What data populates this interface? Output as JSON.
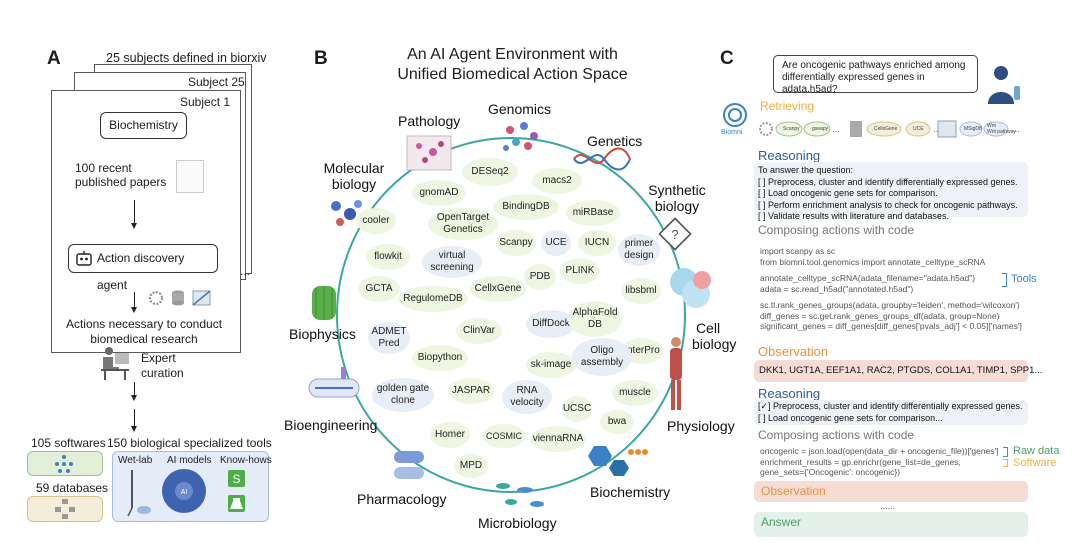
{
  "panel_a": {
    "letter": "A",
    "subjects_header": "25 subjects defined in biorxiv",
    "subject_25": "Subject 25",
    "subject_1": "Subject 1",
    "biochemistry": "Biochemistry",
    "papers": "100 recent published papers",
    "ellipsis": "...",
    "agent": "Action discovery agent",
    "actions": "Actions necessary to conduct biomedical research",
    "expert": "Expert curation",
    "softwares": "105 softwares",
    "databases": "59 databases",
    "tools": "150 biological specialized tools",
    "tool_cols": [
      "Wet-lab",
      "AI models",
      "Know-hows"
    ]
  },
  "panel_b": {
    "letter": "B",
    "title_line1": "An AI Agent Environment with",
    "title_line2": "Unified Biomedical Action Space",
    "domains": {
      "pathology": "Pathology",
      "genomics": "Genomics",
      "genetics": "Genetics",
      "molecular": "Molecular biology",
      "synthetic": "Synthetic biology",
      "biophysics": "Biophysics",
      "cell": "Cell biology",
      "bioengineering": "Bioengineering",
      "physiology": "Physiology",
      "pharmacology": "Pharmacology",
      "biochemistry": "Biochemistry",
      "microbiology": "Microbiology"
    },
    "tools": {
      "deseq2": "DESeq2",
      "macs2": "macs2",
      "gnomad": "gnomAD",
      "bindingdb": "BindingDB",
      "mirbase": "miRBase",
      "cooler": "cooler",
      "opentarget": "OpenTarget Genetics",
      "scanpy": "Scanpy",
      "uce": "UCE",
      "iucn": "IUCN",
      "primer": "primer design",
      "flowkit": "flowkit",
      "virtual": "virtual screening",
      "pdb": "PDB",
      "plink": "PLINK",
      "gcta": "GCTA",
      "regulomedb": "RegulomeDB",
      "cellxgene": "CellxGene",
      "libsbml": "libsbml",
      "admet": "ADMET Pred",
      "clinvar": "ClinVar",
      "diffdock": "DiffDock",
      "alphafold": "AlphaFold DB",
      "interpro": "InterPro",
      "biopython": "Biopython",
      "skimage": "sk-image",
      "oligo": "Oligo assembly",
      "golden": "golden gate clone",
      "jaspar": "JASPAR",
      "rna": "RNA velocity",
      "ucsc": "UCSC",
      "muscle": "muscle",
      "bwa": "bwa",
      "homer": "Homer",
      "cosmic": "COSMIC",
      "viennarna": "viennaRNA",
      "mpd": "MPD"
    }
  },
  "panel_c": {
    "letter": "C",
    "question": "Are oncogenic pathways enriched among differentially expressed genes in adata.h5ad?",
    "biomni": "Biomni",
    "retrieving": "Retrieving",
    "chips": [
      "Scanpy",
      "gseapy",
      "CellxGene",
      "UCE",
      "MSigDB",
      "Wnt",
      "Wnt pathway"
    ],
    "reasoning": "Reasoning",
    "reason_intro": "To answer the question:",
    "reason_items": [
      "[ ] Preprocess, cluster and identify differentially expressed genes.",
      "[ ] Load oncogenic gene sets for comparison.",
      "[ ] Perform enrichment analysis to check for oncogenic pathways.",
      "[ ] Validate results with literature and databases."
    ],
    "composing": "Composing actions with code",
    "code1": [
      "import scanpy as sc",
      "from biomni.tool.genomics import annotate_celltype_scRNA",
      "",
      "annotate_celltype_scRNA(adata_filename=\"adata.h5ad\")",
      "adata = sc.read_h5ad(\"annotated.h5ad\")",
      "",
      "sc.tl.rank_genes_groups(adata, groupby='leiden', method='wilcoxon')",
      "diff_genes = sc.get.rank_genes_groups_df(adata, group=None)",
      "significant_genes = diff_genes[diff_genes['pvals_adj'] < 0.05]['names']"
    ],
    "tools_label": "Tools",
    "observation": "Observation",
    "obs_genes": "DKK1, UGT1A, EEF1A1, RAC2, PTGDS, COL1A1, TIMP1, SPP1...",
    "reasoning2": "Reasoning",
    "reason2_items": [
      "[✓] Preprocess, cluster and identify differentially expressed genes.",
      "[ ] Load oncogenic gene sets for comparison..."
    ],
    "composing2": "Composing actions with code",
    "code2": [
      "oncogenic = json.load(open(data_dir + oncogenic_file))['genes']",
      "enrichment_results = gp.enrichr(gene_list=de_genes,",
      "gene_sets={'Oncogenic': oncogenic})"
    ],
    "raw_data": "Raw data",
    "software": "Software",
    "observation2": "Observation",
    "dots": "......",
    "answer": "Answer"
  },
  "colors": {
    "teal": "#3aa7a0",
    "orange": "#e8923b",
    "blue_head": "#2b5aa5",
    "green_head": "#4e9e62",
    "obs_bg": "#f7dcd6",
    "reason_bg": "#eef1f7",
    "answer_bg": "#e3f1ea",
    "retrieve": "#f2b13a"
  }
}
